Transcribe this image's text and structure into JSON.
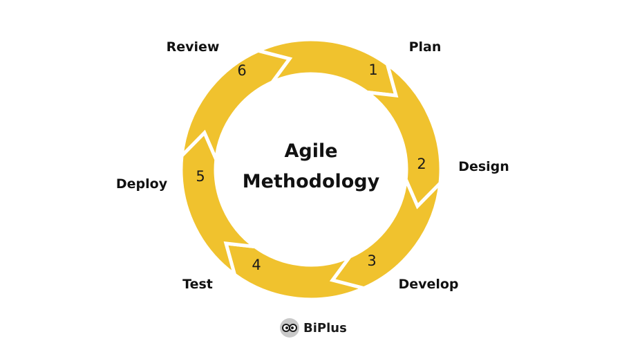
{
  "diagram": {
    "center_title_line1": "Agile",
    "center_title_line2": "Methodology",
    "accent_color": "#F0C22E",
    "stages": [
      {
        "number": "1",
        "label": "Plan"
      },
      {
        "number": "2",
        "label": "Design"
      },
      {
        "number": "3",
        "label": "Develop"
      },
      {
        "number": "4",
        "label": "Test"
      },
      {
        "number": "5",
        "label": "Deploy"
      },
      {
        "number": "6",
        "label": "Review"
      }
    ]
  },
  "brand": {
    "name": "BiPlus",
    "logo_icon": "owl-eyes-icon"
  }
}
